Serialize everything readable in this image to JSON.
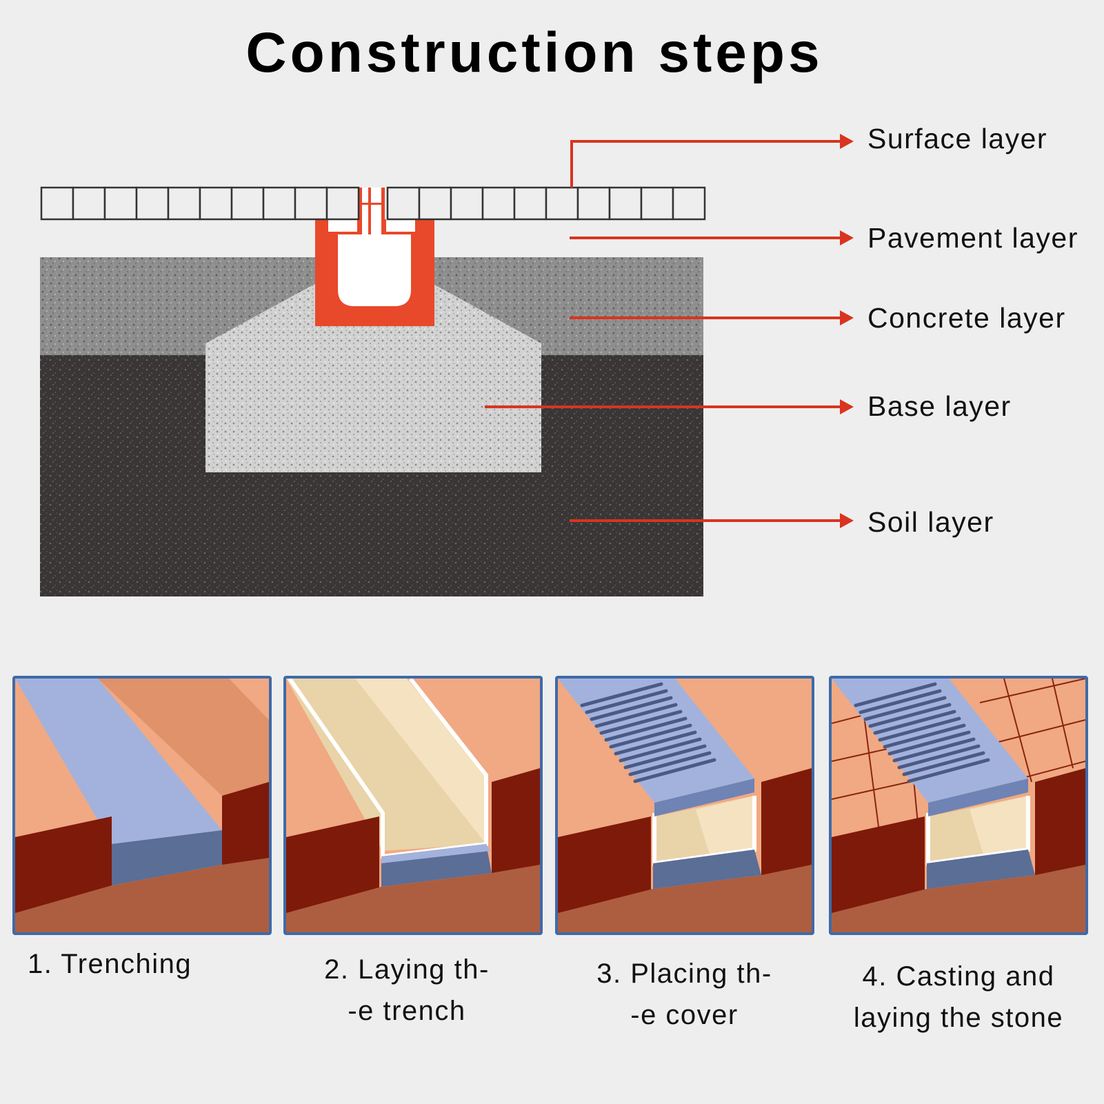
{
  "title": "Construction steps",
  "colors": {
    "background": "#eeeeee",
    "arrow": "#d9341f",
    "drain_channel": "#e8492a",
    "gravel": "#8e8e8e",
    "base_fill": "#cfcfcf",
    "soil": "#3a3636",
    "panel_border": "#3f6aa8",
    "terrain": "#f0a982",
    "terrain_side": "#7e1a0a",
    "ground": "#ad5e40",
    "trench_blue": "#a3b2dc",
    "channel_cream": "#e9d3a8"
  },
  "layers": [
    {
      "label": "Surface layer"
    },
    {
      "label": "Pavement layer"
    },
    {
      "label": "Concrete layer"
    },
    {
      "label": "Base layer"
    },
    {
      "label": "Soil layer"
    }
  ],
  "steps": [
    {
      "line1": "1. Trenching",
      "line2": ""
    },
    {
      "line1": "2. Laying th-",
      "line2": "-e trench"
    },
    {
      "line1": "3. Placing th-",
      "line2": "-e cover"
    },
    {
      "line1": "4. Casting and",
      "line2": "laying the stone"
    }
  ]
}
